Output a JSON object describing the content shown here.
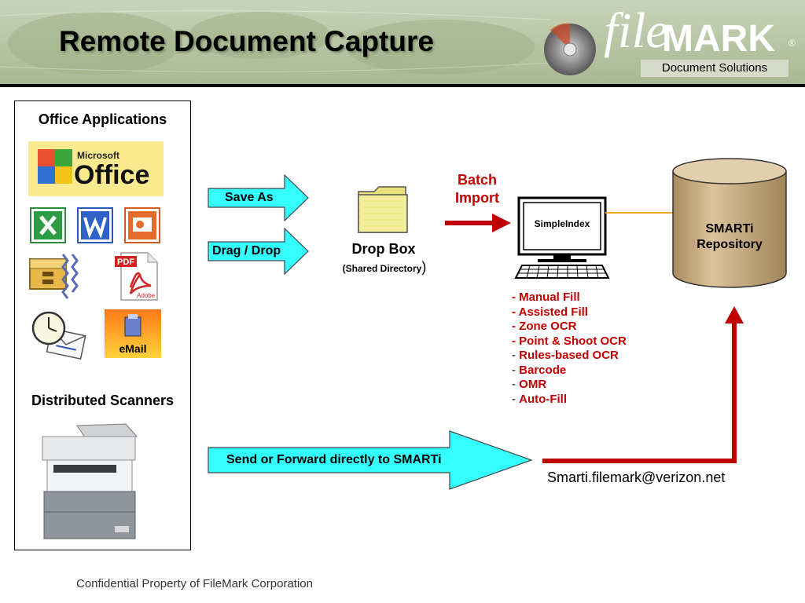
{
  "header": {
    "title": "Remote Document Capture",
    "logo": {
      "word": "file",
      "mark": "MARK",
      "registered": "®",
      "tagline": "Document Solutions"
    }
  },
  "left_panel": {
    "office_apps_label": "Office Applications",
    "office_logo_small": "Microsoft",
    "office_logo_big": "Office",
    "pdf_label": "PDF",
    "adobe_label": "Adobe",
    "email_label": "eMail",
    "scanners_label": "Distributed Scanners"
  },
  "diagram": {
    "save_as": "Save As",
    "drag_drop": "Drag / Drop",
    "drop_box": "Drop Box",
    "drop_box_sub": "(Shared Directory",
    "drop_box_sub_close": ")",
    "batch_import_line1": "Batch",
    "batch_import_line2": "Import",
    "simpleindex": "SimpleIndex",
    "repository_line1": "SMARTi",
    "repository_line2": "Repository",
    "features": [
      "Manual Fill",
      "Assisted Fill",
      "Zone OCR",
      "Point & Shoot OCR",
      "Rules-based OCR",
      "Barcode",
      "OMR",
      "Auto-Fill"
    ],
    "send_forward": "Send or Forward directly to SMARTi",
    "email_address": "Smarti.filemark@verizon.net"
  },
  "footer": "Confidential Property of FileMark Corporation",
  "colors": {
    "header_bg": "#b7c4a3",
    "accent_red": "#c00000",
    "arrow_fill": "#33ffff",
    "repository": "#d2b48c",
    "connector": "#f5a623"
  }
}
